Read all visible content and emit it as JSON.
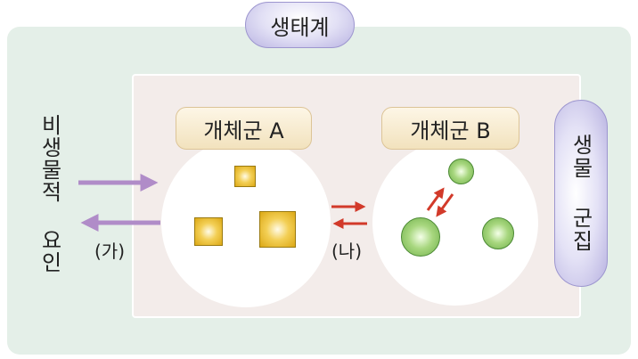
{
  "ecosystem": {
    "title": "생태계"
  },
  "community": {
    "label": "생물 군집"
  },
  "abiotic": {
    "label": "비생물적 요인"
  },
  "population_a": {
    "label": "개체군 A"
  },
  "population_b": {
    "label": "개체군 B"
  },
  "interactions": {
    "ga": "(가)",
    "na": "(나)"
  },
  "colors": {
    "purple_arrow": "#b08cc8",
    "red_arrow": "#d23a2a"
  }
}
